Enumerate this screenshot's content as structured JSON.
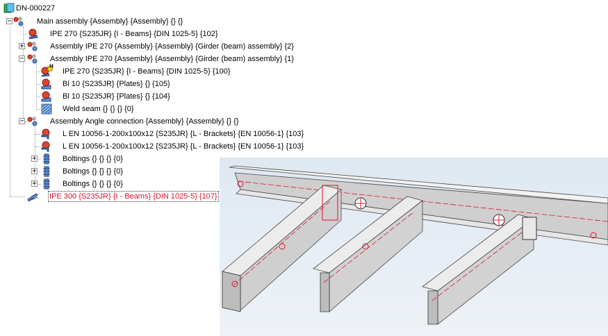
{
  "tree": {
    "root_label": "DN-000227",
    "items": [
      {
        "label": "Main assembly {Assembly} {Assembly} {} {}",
        "icon": "assembly-icon"
      },
      {
        "label": "IPE 270 {S235JR} {I - Beams} {DIN 1025-5} {102}",
        "icon": "beam-part-icon"
      },
      {
        "label": "Assembly IPE 270 {Assembly} {Assembly} {Girder (beam) assembly} {2}",
        "icon": "assembly-icon"
      },
      {
        "label": "Assembly IPE 270 {Assembly} {Assembly} {Girder (beam) assembly} {1}",
        "icon": "assembly-icon"
      },
      {
        "label": "IPE 270 {S235JR} {I - Beams} {DIN 1025-5} {100}",
        "icon": "main-part-icon",
        "badge": "H"
      },
      {
        "label": "Bl 10 {S235JR} {Plates} {} {105}",
        "icon": "plate-part-icon"
      },
      {
        "label": "Bl 10 {S235JR} {Plates} {} {104}",
        "icon": "plate-part-icon"
      },
      {
        "label": "Weld seam {} {} {} {0}",
        "icon": "weld-seam-icon"
      },
      {
        "label": "Assembly Angle connection {Assembly} {Assembly} {} {}",
        "icon": "assembly-icon"
      },
      {
        "label": "L EN 10056-1-200x100x12 {S235JR} {L - Brackets} {EN 10056-1} {103}",
        "icon": "bracket-part-icon"
      },
      {
        "label": "L EN 10056-1-200x100x12 {S235JR} {L - Brackets} {EN 10056-1} {103}",
        "icon": "bracket-part-icon"
      },
      {
        "label": "Boltings {} {} {} {0}",
        "icon": "bolting-icon"
      },
      {
        "label": "Boltings {} {} {} {0}",
        "icon": "bolting-icon"
      },
      {
        "label": "Boltings {} {} {} {0}",
        "icon": "bolting-icon"
      },
      {
        "label": "IPE 300 {S235JR} {I - Beams} {DIN 1025-5} {107}",
        "icon": "beam-icon",
        "selected": true
      }
    ]
  },
  "colors": {
    "selected_text": "#e0102a",
    "steel_light": "#e6e6e6",
    "steel_mid": "#c9c9c9",
    "steel_dark": "#9d9d9d",
    "viewport_bg": "#e4ebf3",
    "axis_line": "#e0102a"
  }
}
